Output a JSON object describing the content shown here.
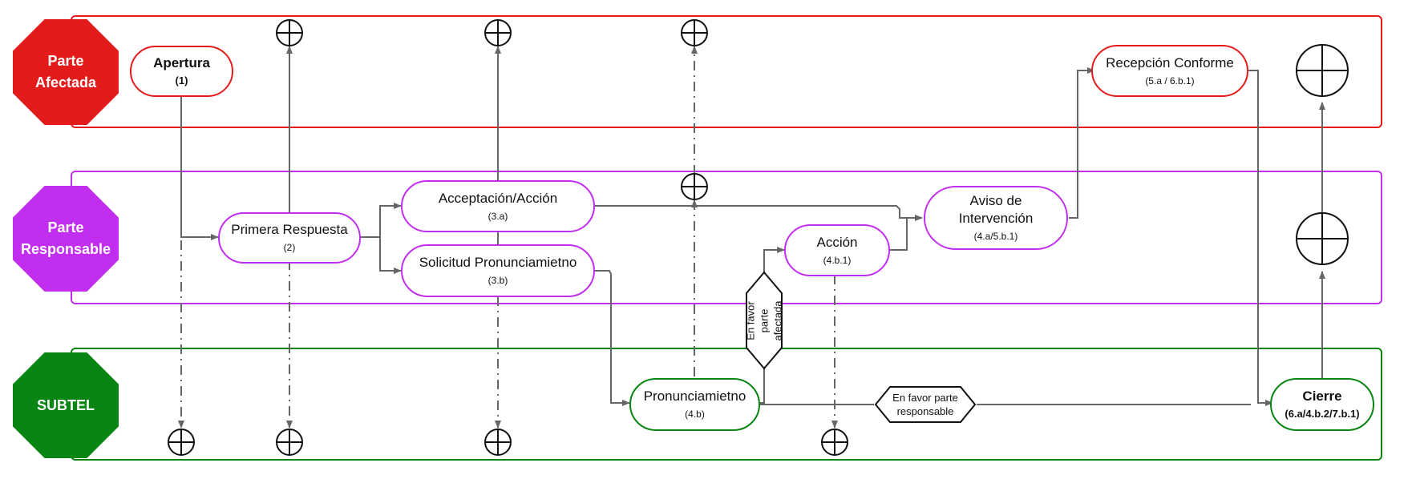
{
  "diagram": {
    "type": "swimlane-process",
    "colors": {
      "lane_afectada": "#e31b1b",
      "lane_responsable": "#c22ef0",
      "lane_subtel": "#088512",
      "connector": "#666666",
      "gateway": "#111111"
    },
    "lanes": [
      {
        "id": "afectada",
        "label": "Parte\nAfectada"
      },
      {
        "id": "responsable",
        "label": "Parte\nResponsable"
      },
      {
        "id": "subtel",
        "label": "SUBTEL"
      }
    ],
    "nodes": {
      "apertura": {
        "title": "Apertura",
        "step": "(1)",
        "lane": "afectada"
      },
      "primera_respuesta": {
        "title": "Primera Respuesta",
        "step": "(2)",
        "lane": "responsable"
      },
      "aceptacion": {
        "title": "Acceptación/Acción",
        "step": "(3.a)",
        "lane": "responsable"
      },
      "solicitud": {
        "title": "Solicitud Pronunciamietno",
        "step": "(3.b)",
        "lane": "responsable"
      },
      "accion": {
        "title": "Acción",
        "step": "(4.b.1)",
        "lane": "responsable"
      },
      "aviso": {
        "title": "Aviso de\nIntervención",
        "step": "(4.a/5.b.1)",
        "lane": "responsable"
      },
      "recepcion": {
        "title": "Recepción Conforme",
        "step": "(5.a / 6.b.1)",
        "lane": "afectada"
      },
      "pronunciamiento": {
        "title": "Pronunciamietno",
        "step": "(4.b)",
        "lane": "subtel"
      },
      "cierre": {
        "title": "Cierre",
        "step": "(6.a/4.b.2/7.b.1)",
        "lane": "subtel"
      }
    },
    "decisions": {
      "favor_afectada": {
        "label": "En favor parte\nafectada"
      },
      "favor_responsable": {
        "label": "En favor parte\nresponsable"
      }
    },
    "gateway_symbol": "⊕"
  }
}
